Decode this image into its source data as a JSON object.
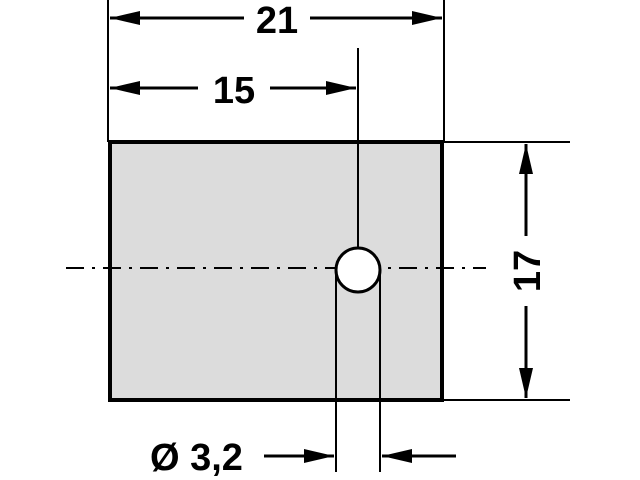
{
  "dimensions": {
    "overall_width": "21",
    "hole_offset": "15",
    "height": "17",
    "hole_diameter": "Ø 3,2"
  },
  "colors": {
    "part_fill": "#dcdcdc",
    "line": "#000000",
    "background": "#ffffff"
  }
}
